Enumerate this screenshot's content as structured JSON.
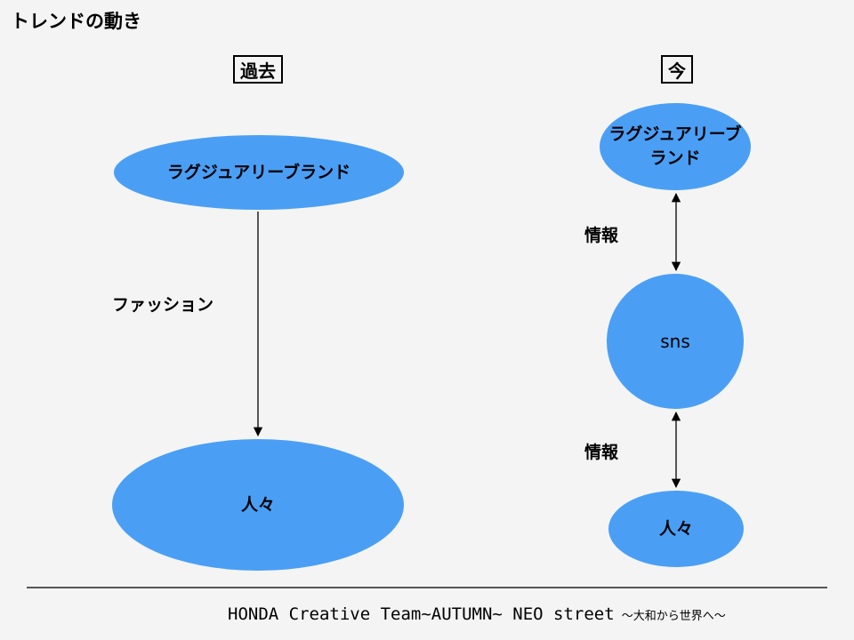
{
  "title": "トレンドの動き",
  "past": {
    "heading": "過去",
    "top_node": "ラグジュアリーブランド",
    "edge_label": "ファッション",
    "bottom_node": "人々"
  },
  "now": {
    "heading": "今",
    "top_node": "ラグジュアリーブランド",
    "upper_edge_label": "情報",
    "middle_node": "sns",
    "lower_edge_label": "情報",
    "bottom_node": "人々"
  },
  "footer": {
    "main": "HONDA Creative Team~AUTUMN~ NEO street",
    "sub": "〜大和から世界へ〜"
  },
  "colors": {
    "node_fill": "#4a9ff5",
    "background": "#f4f4f4"
  }
}
